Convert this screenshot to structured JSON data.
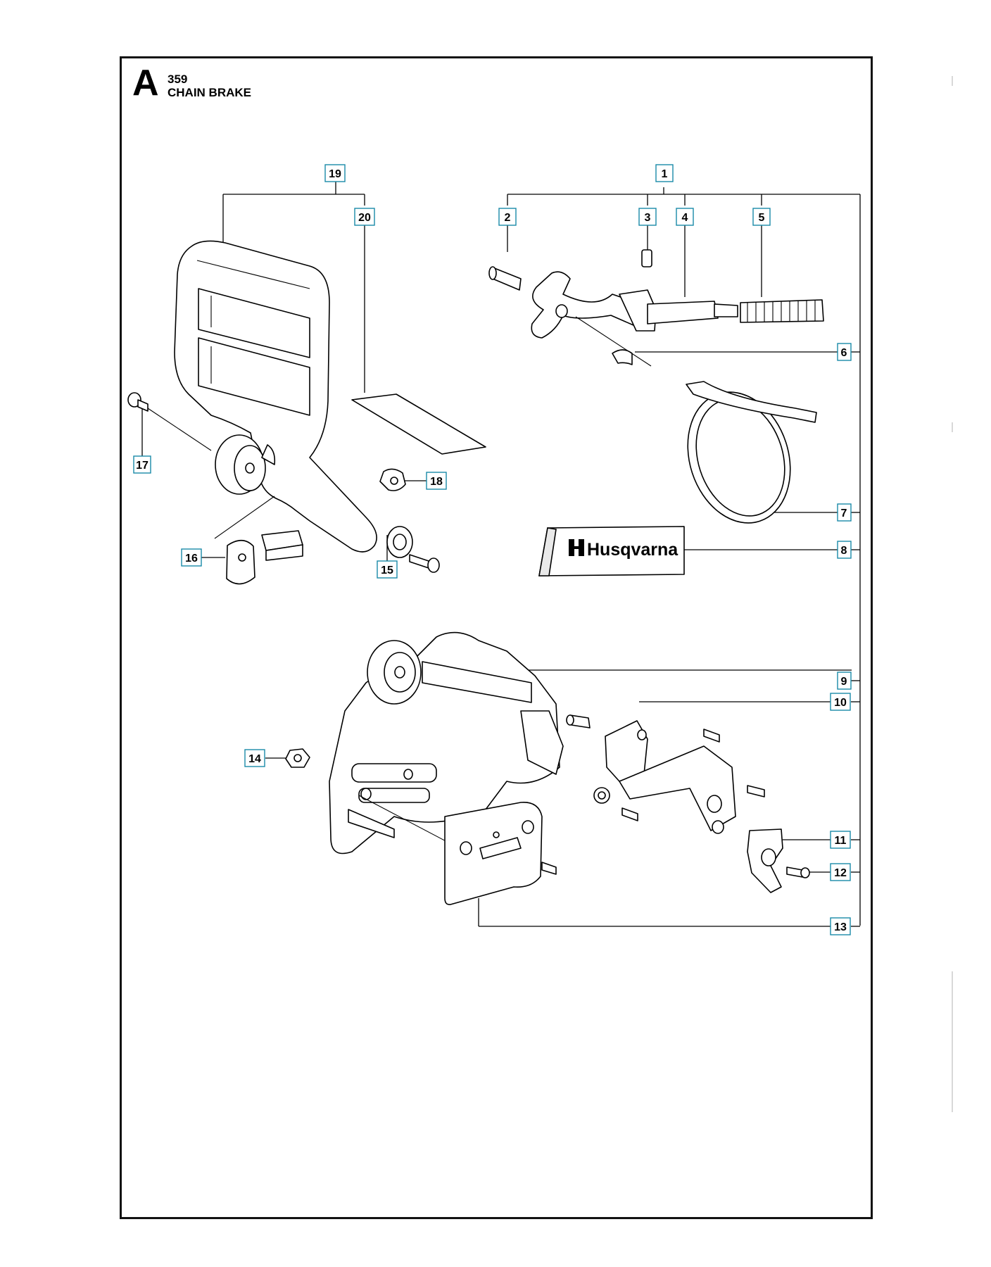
{
  "header": {
    "section_letter": "A",
    "model": "359",
    "title": "CHAIN BRAKE"
  },
  "callouts": [
    "1",
    "2",
    "3",
    "4",
    "5",
    "6",
    "7",
    "8",
    "9",
    "10",
    "11",
    "12",
    "13",
    "14",
    "15",
    "16",
    "17",
    "18",
    "19",
    "20"
  ],
  "decal_brand": "Husqvarna",
  "colors": {
    "callout_border": "#1a8aa8",
    "line": "#000000"
  }
}
